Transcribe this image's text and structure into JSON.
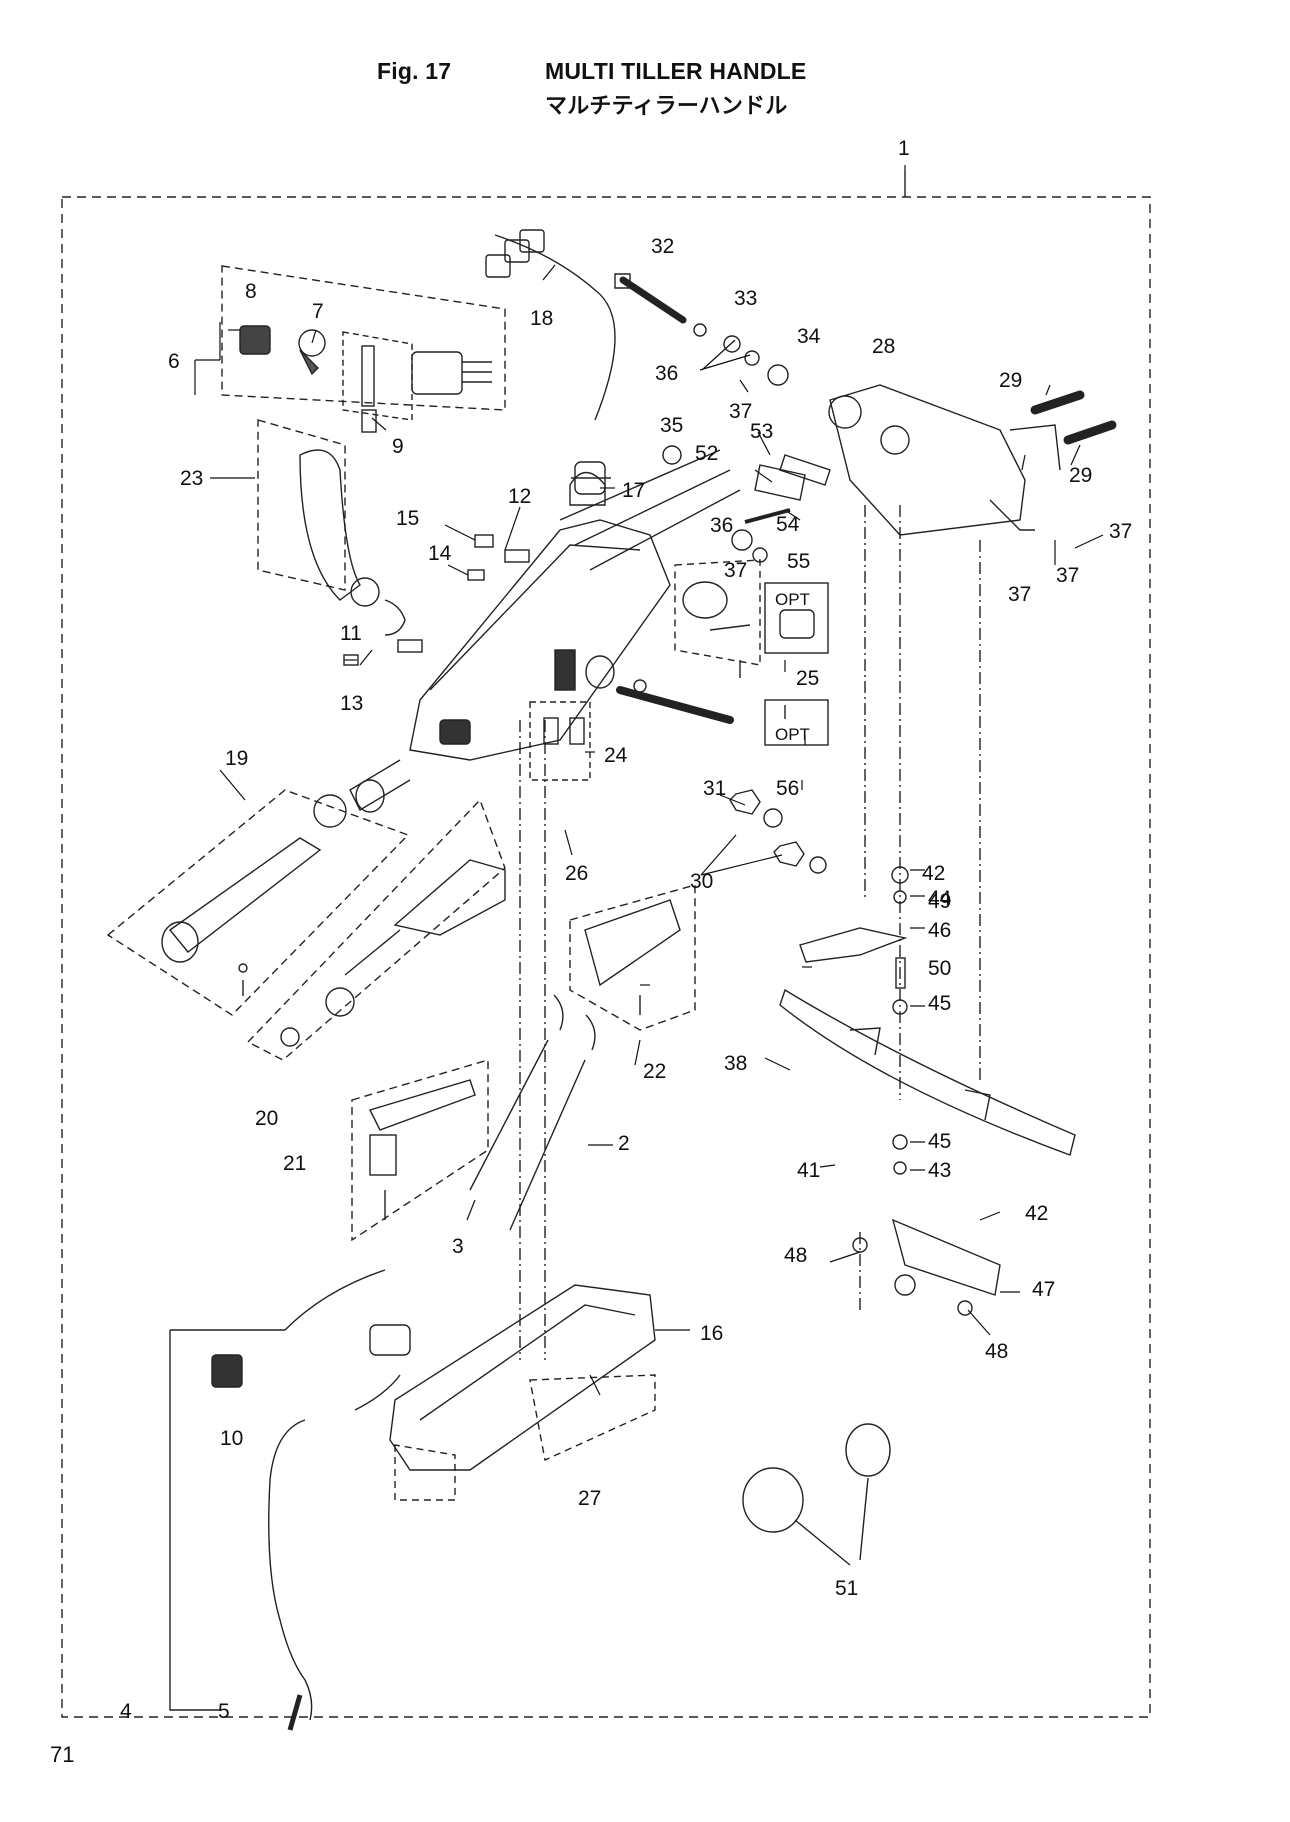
{
  "header": {
    "fig_no": "Fig. 17",
    "title_en": "MULTI TILLER HANDLE",
    "title_ja": "マルチティラーハンドル"
  },
  "page_number": "71",
  "opt_label": "OPT",
  "callouts": [
    "1",
    "2",
    "3",
    "4",
    "5",
    "6",
    "7",
    "8",
    "9",
    "10",
    "11",
    "12",
    "13",
    "14",
    "15",
    "16",
    "17",
    "18",
    "19",
    "20",
    "21",
    "22",
    "23",
    "24",
    "25",
    "26",
    "27",
    "28",
    "29",
    "29",
    "30",
    "31",
    "32",
    "33",
    "34",
    "35",
    "36",
    "36",
    "37",
    "37",
    "37",
    "37",
    "37",
    "38",
    "41",
    "42",
    "42",
    "43",
    "44",
    "45",
    "45",
    "46",
    "47",
    "48",
    "48",
    "49",
    "50",
    "51",
    "52",
    "53",
    "54",
    "55",
    "56"
  ]
}
